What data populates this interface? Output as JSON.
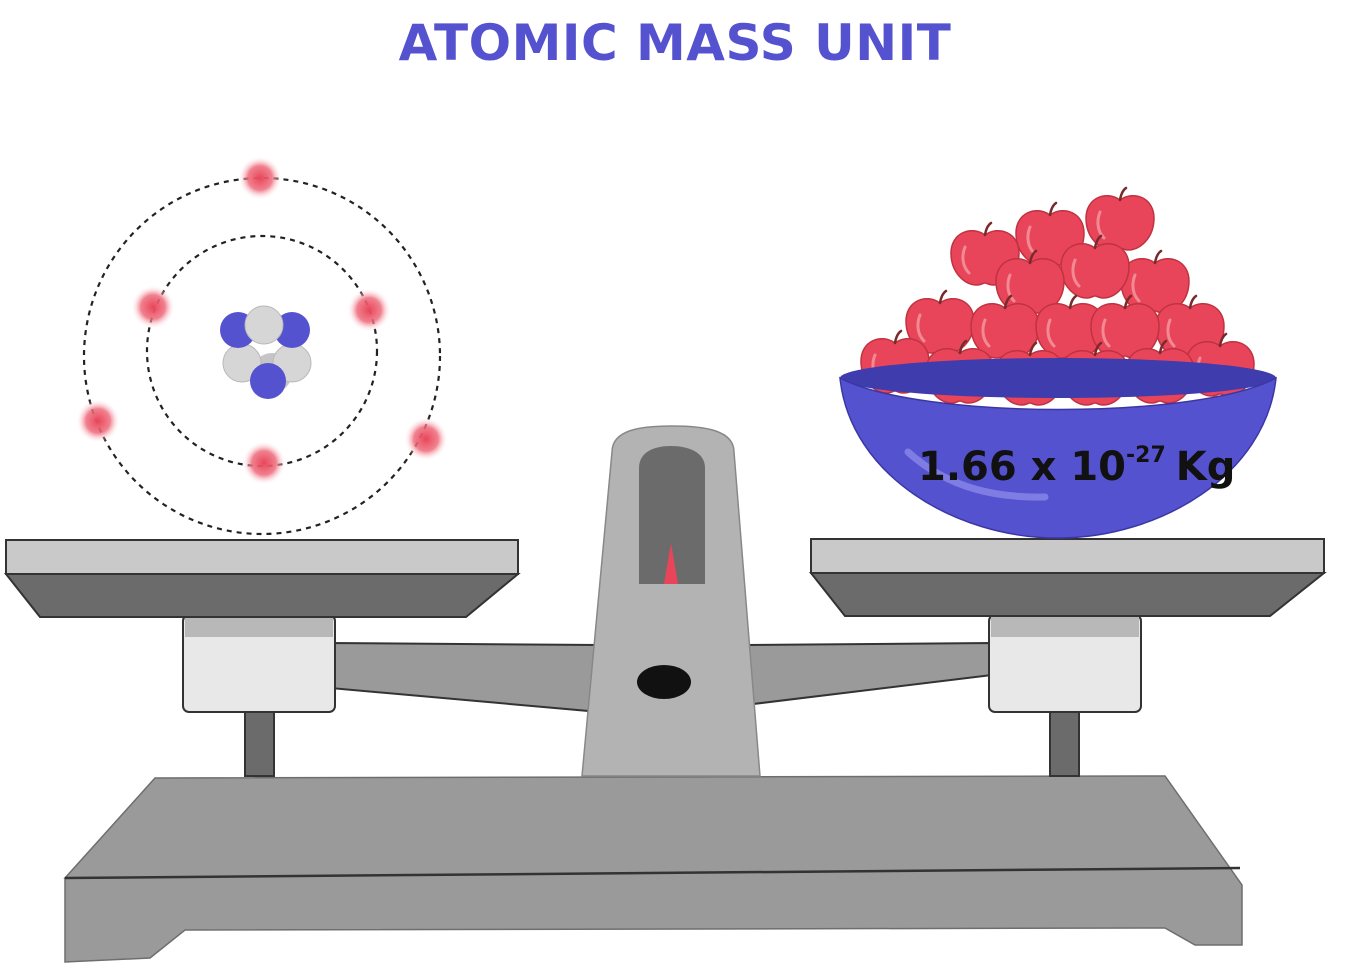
{
  "title": "ATOMIC MASS UNIT",
  "mass_label": {
    "coefficient": "1.66 x 10",
    "exponent": "-27",
    "unit": "Kg"
  },
  "colors": {
    "title": "#5552d0",
    "nucleus_proton": "#5552d0",
    "nucleus_neutron": "#cfcfcf",
    "electron": "#e8455a",
    "apple": "#e8455a",
    "bowl": "#5552d0",
    "scale_light": "#cccccc",
    "scale_dark": "#696969",
    "scale_body": "#9a9a9a",
    "needle": "#e8455a"
  },
  "icons": {
    "atom": "atom-icon",
    "apples": "apple-bowl-icon",
    "scale": "balance-scale-icon"
  }
}
